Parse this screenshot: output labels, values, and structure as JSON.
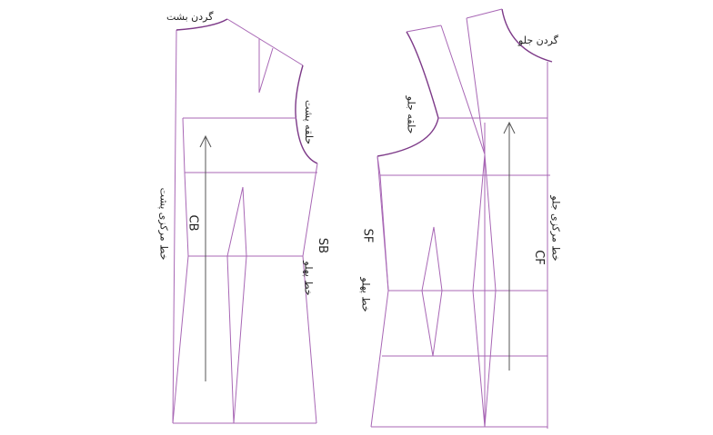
{
  "back_piece": {
    "neck_label": "گردن بشت",
    "armhole_label": "حلقه پشت",
    "center_label": "CB",
    "center_line_label": "خط مرکزی پشت",
    "side_label": "SB",
    "side_line_label": "خط پهلو"
  },
  "front_piece": {
    "neck_label": "گردن جلو",
    "armhole_label": "حلقه جلو",
    "center_label": "CF",
    "center_line_label": "خط مرکزی جلو",
    "side_label": "SF",
    "side_line_label": "خط پهلو"
  },
  "colors": {
    "pattern_line": "#a867b5",
    "curve": "#7d3a88",
    "grain_arrow": "#555555"
  }
}
